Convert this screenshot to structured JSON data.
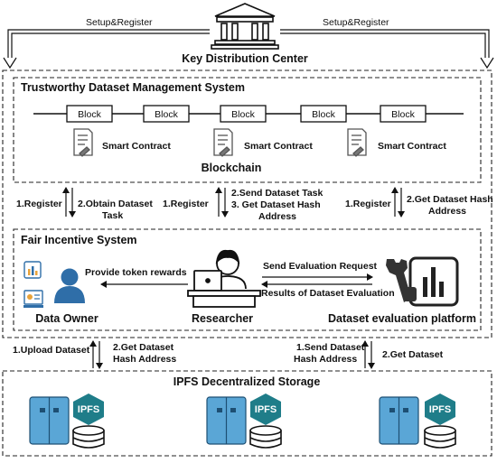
{
  "top": {
    "setup_left": "Setup&Register",
    "setup_right": "Setup&Register",
    "kdc_label": "Key Distribution Center"
  },
  "tdms": {
    "title": "Trustworthy Dataset Management System",
    "blocks": [
      "Block",
      "Block",
      "Block",
      "Block",
      "Block"
    ],
    "contracts": [
      "Smart Contract",
      "Smart Contract",
      "Smart Contract"
    ],
    "blockchain_label": "Blockchain"
  },
  "links_mid": {
    "left_1": "1.Register",
    "left_2a": "2.Obtain Dataset",
    "left_2b": "Task",
    "center_1": "1.Register",
    "center_2": "2.Send Dataset Task",
    "center_3a": "3. Get Dataset Hash",
    "center_3b": "Address",
    "right_1": "1.Register",
    "right_2a": "2.Get Dataset Hash",
    "right_2b": "Address"
  },
  "fis": {
    "title": "Fair Incentive System",
    "token_rewards": "Provide token rewards",
    "send_eval": "Send Evaluation Request",
    "results_eval": "Results of Dataset Evaluation",
    "data_owner": "Data Owner",
    "researcher": "Researcher",
    "platform": "Dataset evaluation platform"
  },
  "links_bottom": {
    "left_1": "1.Upload Dataset",
    "left_2a": "2.Get Dataset",
    "left_2b": "Hash Address",
    "right_1a": "1.Send Dataset",
    "right_1b": "Hash Address",
    "right_2": "2.Get Dataset"
  },
  "ipfs": {
    "title": "IPFS Decentralized Storage",
    "badge": "IPFS"
  },
  "colors": {
    "storage_blue": "#5aa6d6",
    "ipfs_teal": "#1f7d89",
    "person_blue": "#2f6ea8",
    "block_fill": "#ffffff"
  }
}
